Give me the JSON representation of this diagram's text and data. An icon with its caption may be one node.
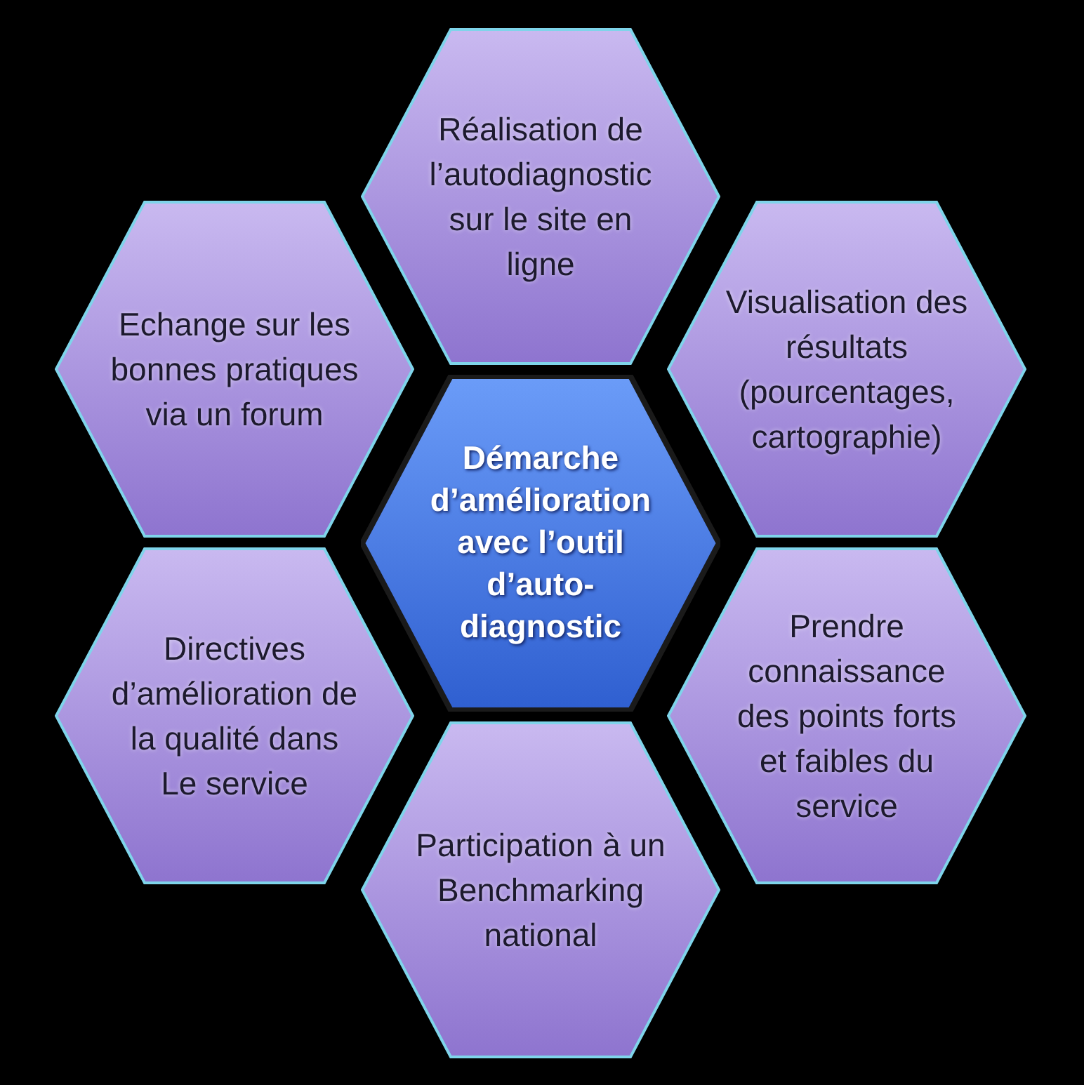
{
  "diagram": {
    "nodes": [
      {
        "text": [
          "Démarche d’amélioration avec l’outil d’auto-diagnostic"
        ]
      },
      {
        "text": [
          "Réalisation de l’autodiagnostic sur le site en ligne"
        ]
      },
      {
        "text": [
          "Visualisation des résultats (pourcentages, cartographie)"
        ]
      },
      {
        "text": [
          "Prendre connaissance des points forts et faibles du service"
        ]
      },
      {
        "text": [
          "Participation à un Benchmarking national"
        ]
      },
      {
        "text": [
          "Directives d’amélioration de la qualité dans Le service"
        ]
      },
      {
        "text": [
          "Echange sur les bonnes pratiques via un forum"
        ]
      }
    ]
  }
}
